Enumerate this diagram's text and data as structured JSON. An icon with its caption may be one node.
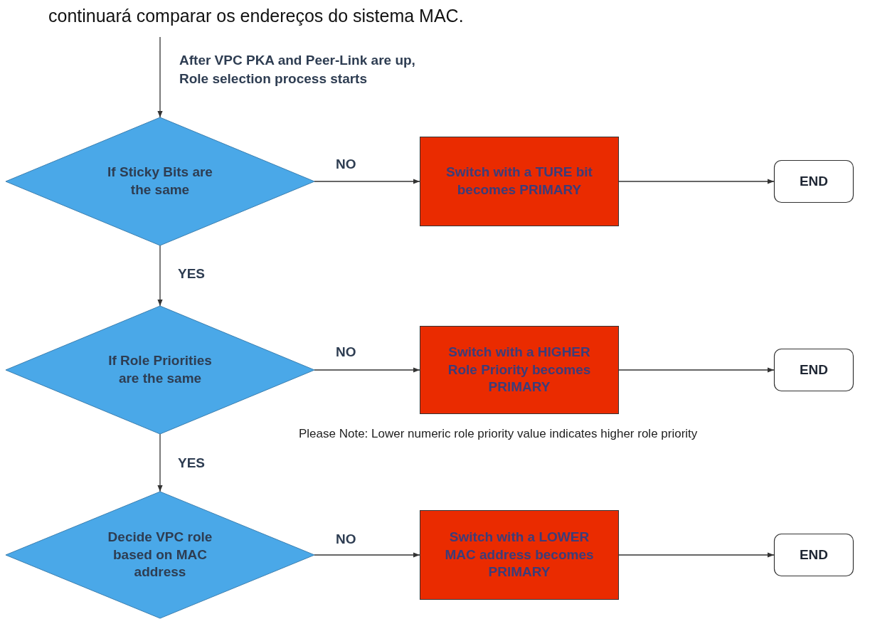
{
  "diagram": {
    "nodes": [
      {
        "text": [
          "If Sticky Bits are the same"
        ]
      },
      {
        "text": [
          "Switch with a TURE bit becomes PRIMARY"
        ]
      },
      {
        "text": [
          "END"
        ]
      },
      {
        "text": [
          "If Role Priorities are the same"
        ]
      },
      {
        "text": [
          "Switch with a HIGHER Role Priority becomes PRIMARY"
        ]
      },
      {
        "text": [
          "END"
        ]
      },
      {
        "text": [
          "Decide VPC role based on MAC address"
        ]
      },
      {
        "text": [
          "Switch with a LOWER MAC address becomes PRIMARY"
        ]
      },
      {
        "text": [
          "END"
        ]
      }
    ],
    "edges": [
      {
        "from": null,
        "to": 0,
        "arrow": "to",
        "label": "After VPC PKA and Peer-Link are up, Role selection process starts"
      },
      {
        "from": 0,
        "to": 1,
        "arrow": "to",
        "label": "NO"
      },
      {
        "from": 1,
        "to": 2,
        "arrow": "to"
      },
      {
        "from": 0,
        "to": 3,
        "arrow": "to",
        "label": "YES"
      },
      {
        "from": 3,
        "to": 4,
        "arrow": "to",
        "label": "NO"
      },
      {
        "from": 4,
        "to": 5,
        "arrow": "to"
      },
      {
        "from": 3,
        "to": 6,
        "arrow": "to",
        "label": "YES"
      },
      {
        "from": 6,
        "to": 7,
        "arrow": "to",
        "label": "NO"
      },
      {
        "from": 7,
        "to": 8,
        "arrow": "to"
      }
    ],
    "labels": [
      "continuará comparar os endereços do sistema MAC.",
      "Please Note: Lower numeric role priority value indicates higher role priority"
    ]
  }
}
